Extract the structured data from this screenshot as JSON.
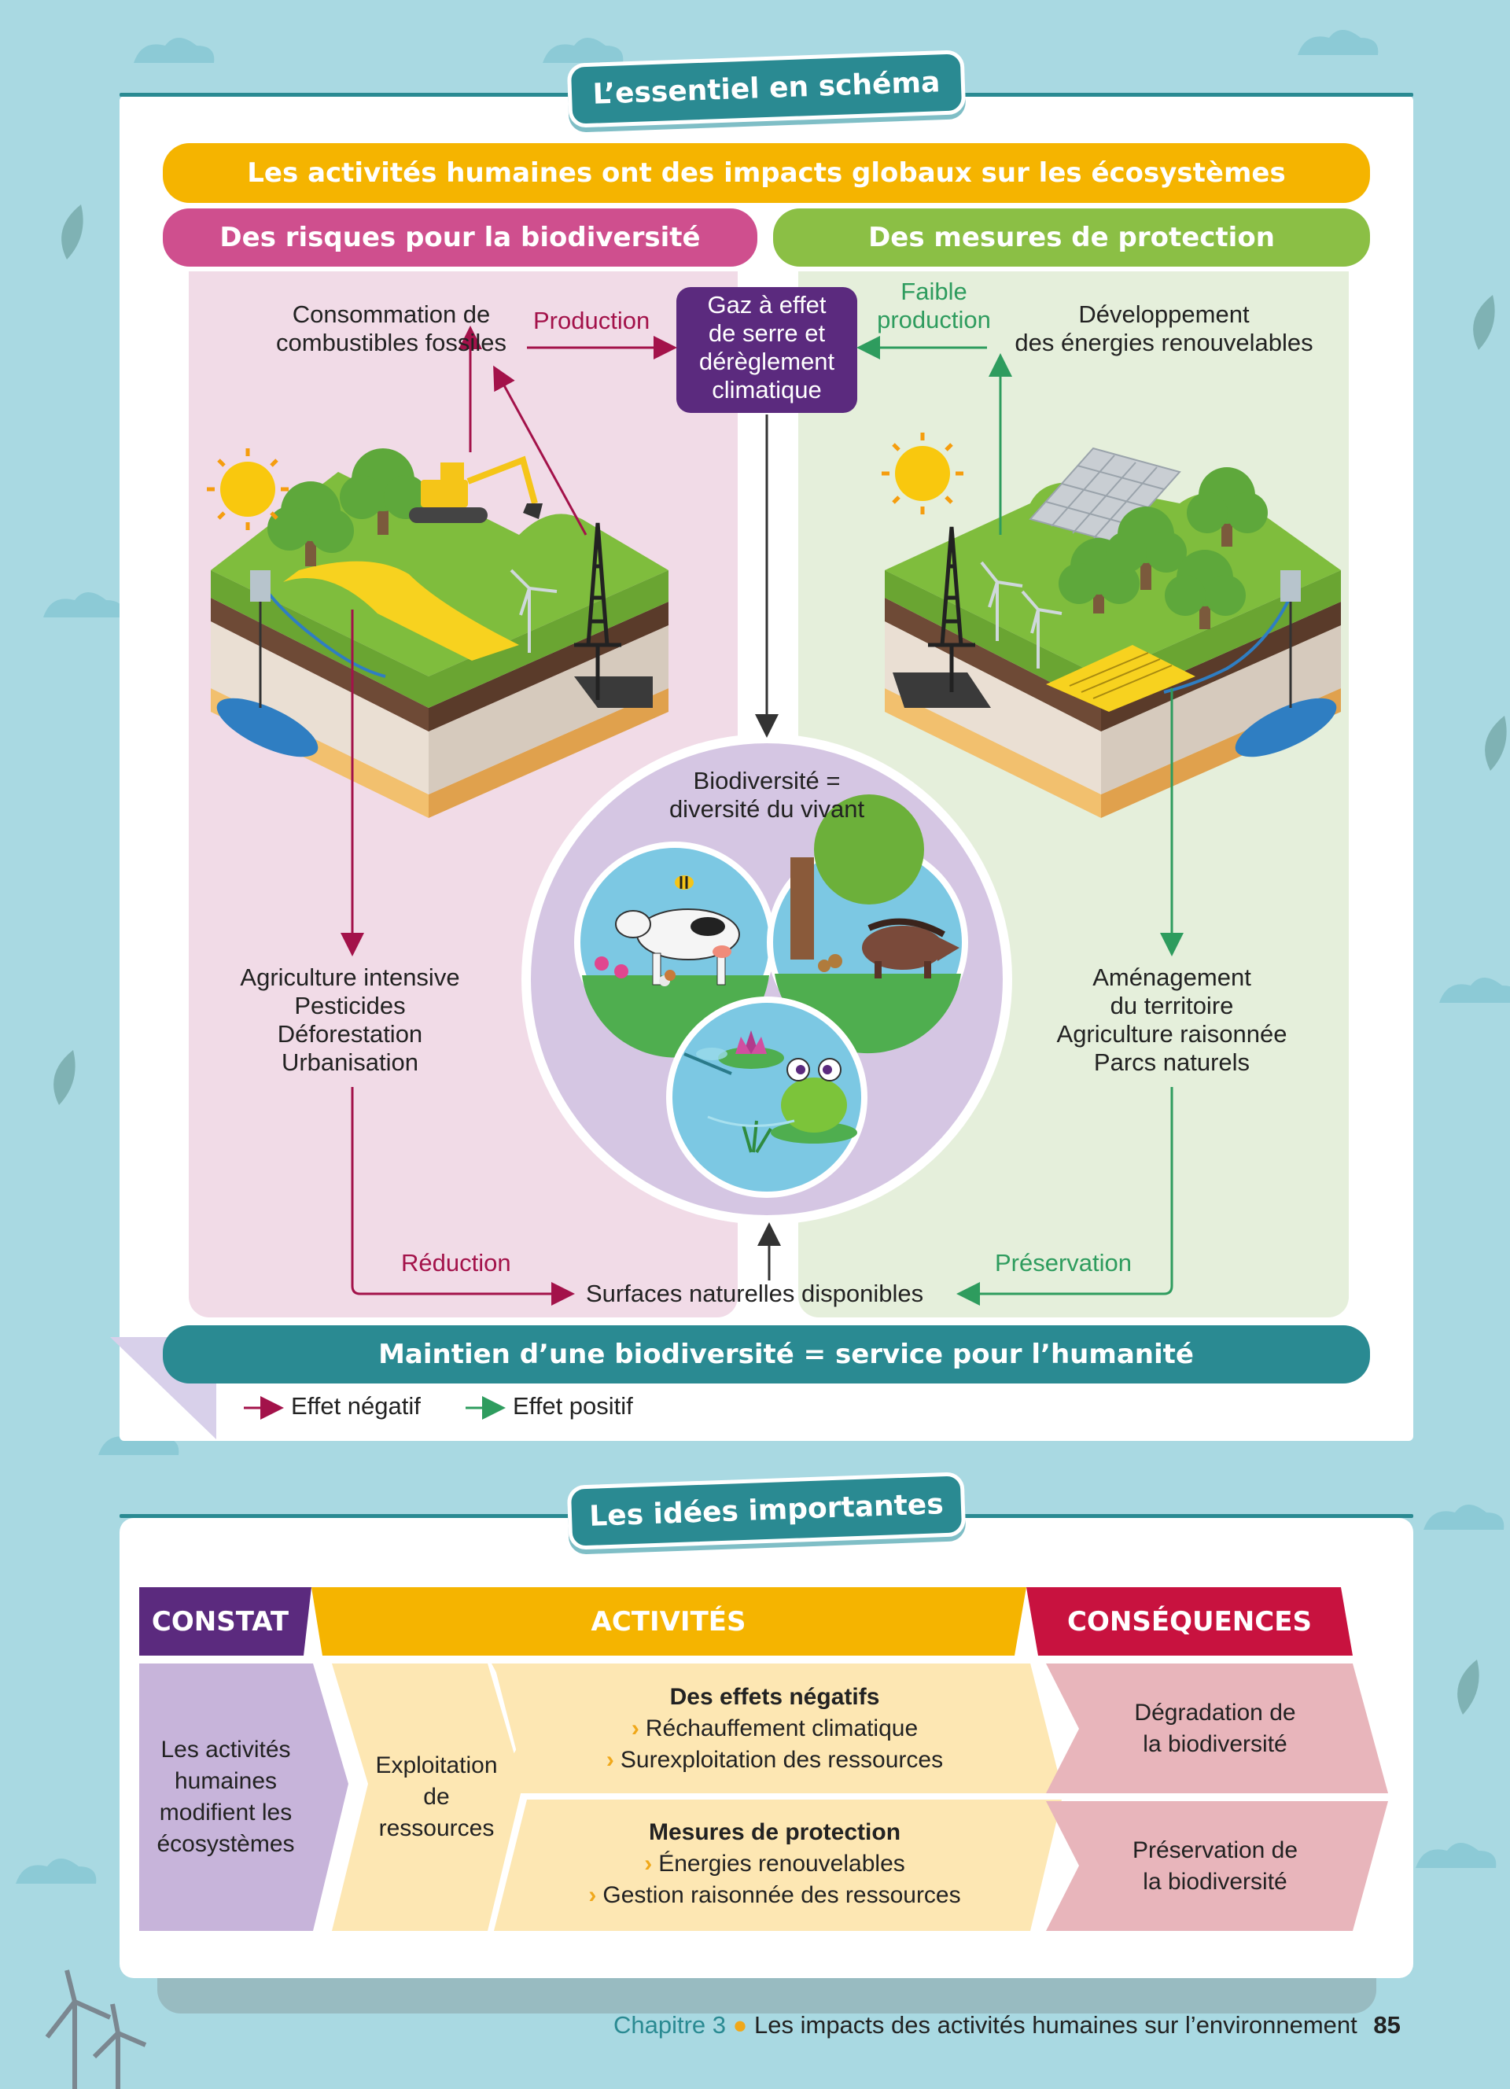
{
  "schema": {
    "tab_title": "L’essentiel en schéma",
    "top_band": "Les activités humaines ont des impacts globaux sur les écosystèmes",
    "left_band": "Des risques pour la biodiversité",
    "right_band": "Des mesures de protection",
    "fossil_label": "Consommation de\ncombustibles fossiles",
    "production_label": "Production",
    "ghg_box": "Gaz à effet\nde serre et\ndérèglement\nclimatique",
    "faible_label": "Faible\nproduction",
    "renew_label": "Développement\ndes énergies renouvelables",
    "biodiv_label": "Biodiversité =\ndiversité du vivant",
    "left_list": "Agriculture intensive\nPesticides\nDéforestation\nUrbanisation",
    "right_list": "Aménagement\ndu territoire\nAgriculture raisonnée\nParcs naturels",
    "reduction_label": "Réduction",
    "preservation_label": "Préservation",
    "surfaces_label": "Surfaces naturelles disponibles",
    "bottom_band": "Maintien d’une biodiversité = service pour l’humanité",
    "legend_negative": "Effet négatif",
    "legend_positive": "Effet positif",
    "colors": {
      "negative": "#a3124a",
      "positive": "#2e9c5e",
      "teal": "#2a8a92",
      "yellow": "#f5b400",
      "pink": "#cf4f8e",
      "green": "#8bbf45",
      "purple": "#5b2a7e"
    }
  },
  "ideas": {
    "tab_title": "Les idées importantes",
    "header_constat": "CONSTAT",
    "header_activites": "ACTIVITÉS",
    "header_consequences": "CONSÉQUENCES",
    "constat_text": "Les activités\nhumaines\nmodifient les\nécosystèmes",
    "exploitation_text": "Exploitation\nde\nressources",
    "negative_title": "Des effets négatifs",
    "negative_items": [
      "Réchauffement climatique",
      "Surexploitation des ressources"
    ],
    "protection_title": "Mesures de protection",
    "protection_items": [
      "Énergies renouvelables",
      "Gestion raisonnée des ressources"
    ],
    "consequence_1": "Dégradation de\nla biodiversité",
    "consequence_2": "Préservation de\nla biodiversité"
  },
  "footer": {
    "chapter": "Chapitre 3",
    "title": "Les impacts des activités humaines sur l’environnement",
    "page": "85"
  }
}
